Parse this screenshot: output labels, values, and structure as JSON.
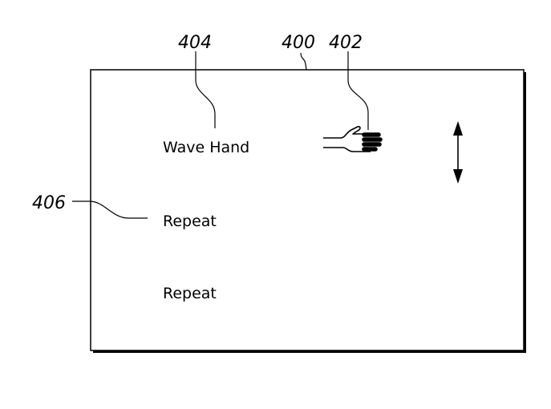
{
  "figure": {
    "screen_ref": "400",
    "hand_ref": "402",
    "instruction_ref": "404",
    "repeat_ref": "406"
  },
  "screen": {
    "instruction": "Wave Hand",
    "repeat_items": [
      "Repeat",
      "Repeat"
    ],
    "hand_icon": "hand-icon",
    "arrow_icon": "vertical-double-arrow-icon"
  }
}
